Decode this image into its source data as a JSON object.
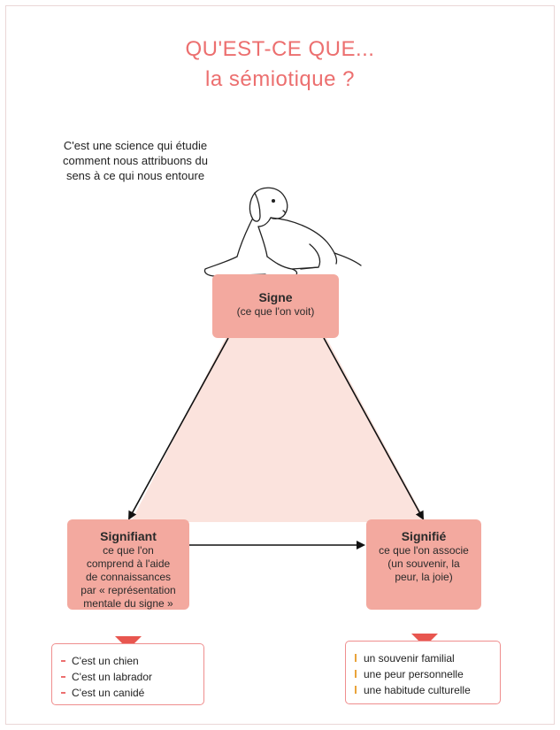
{
  "title": {
    "line1": "QU'EST-CE QUE...",
    "line2": "la sémiotique ?"
  },
  "intro": "C'est une science qui étudie comment nous attribuons du sens à ce qui nous entoure",
  "colors": {
    "accent": "#ec6f6f",
    "box": "#f3a99f",
    "triangle": "#fbe3dd",
    "marker": "#e8564f"
  },
  "illustration": "dog-icon",
  "signe": {
    "head": "Signe",
    "desc": "(ce que l'on voit)"
  },
  "signifiant": {
    "head": "Signifiant",
    "desc": "ce que l'on\ncomprend à l'aide\nde connaissances\npar « représentation\nmentale du signe »"
  },
  "signifie": {
    "head": "Signifié",
    "desc": "ce que l'on associe\n(un souvenir, la\npeur, la joie)"
  },
  "examples_left": [
    "C'est un chien",
    "C'est un labrador",
    "C'est un canidé"
  ],
  "examples_right": [
    "un souvenir familial",
    "une peur personnelle",
    "une habitude culturelle"
  ]
}
